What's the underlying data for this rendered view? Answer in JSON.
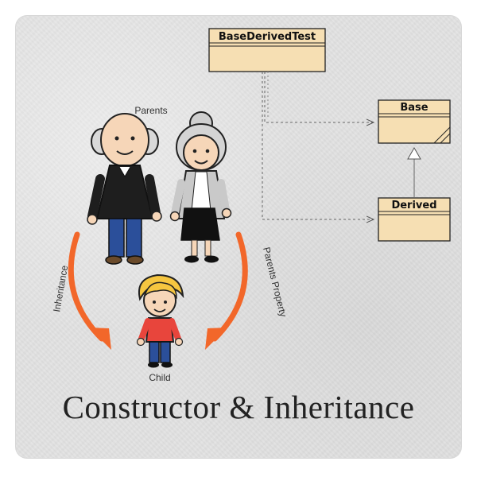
{
  "title": "Constructor & Inheritance",
  "uml": {
    "top_class": "BaseDerivedTest",
    "base_class": "Base",
    "derived_class": "Derived"
  },
  "illustration": {
    "parents_label": "Parents",
    "child_label": "Child",
    "left_arrow_label": "Inheritance",
    "right_arrow_label": "Parents Property"
  },
  "colors": {
    "uml_fill": "#f6dfb3",
    "uml_border": "#222222",
    "arrow": "#f2672a",
    "background": "#e3e3e3"
  }
}
